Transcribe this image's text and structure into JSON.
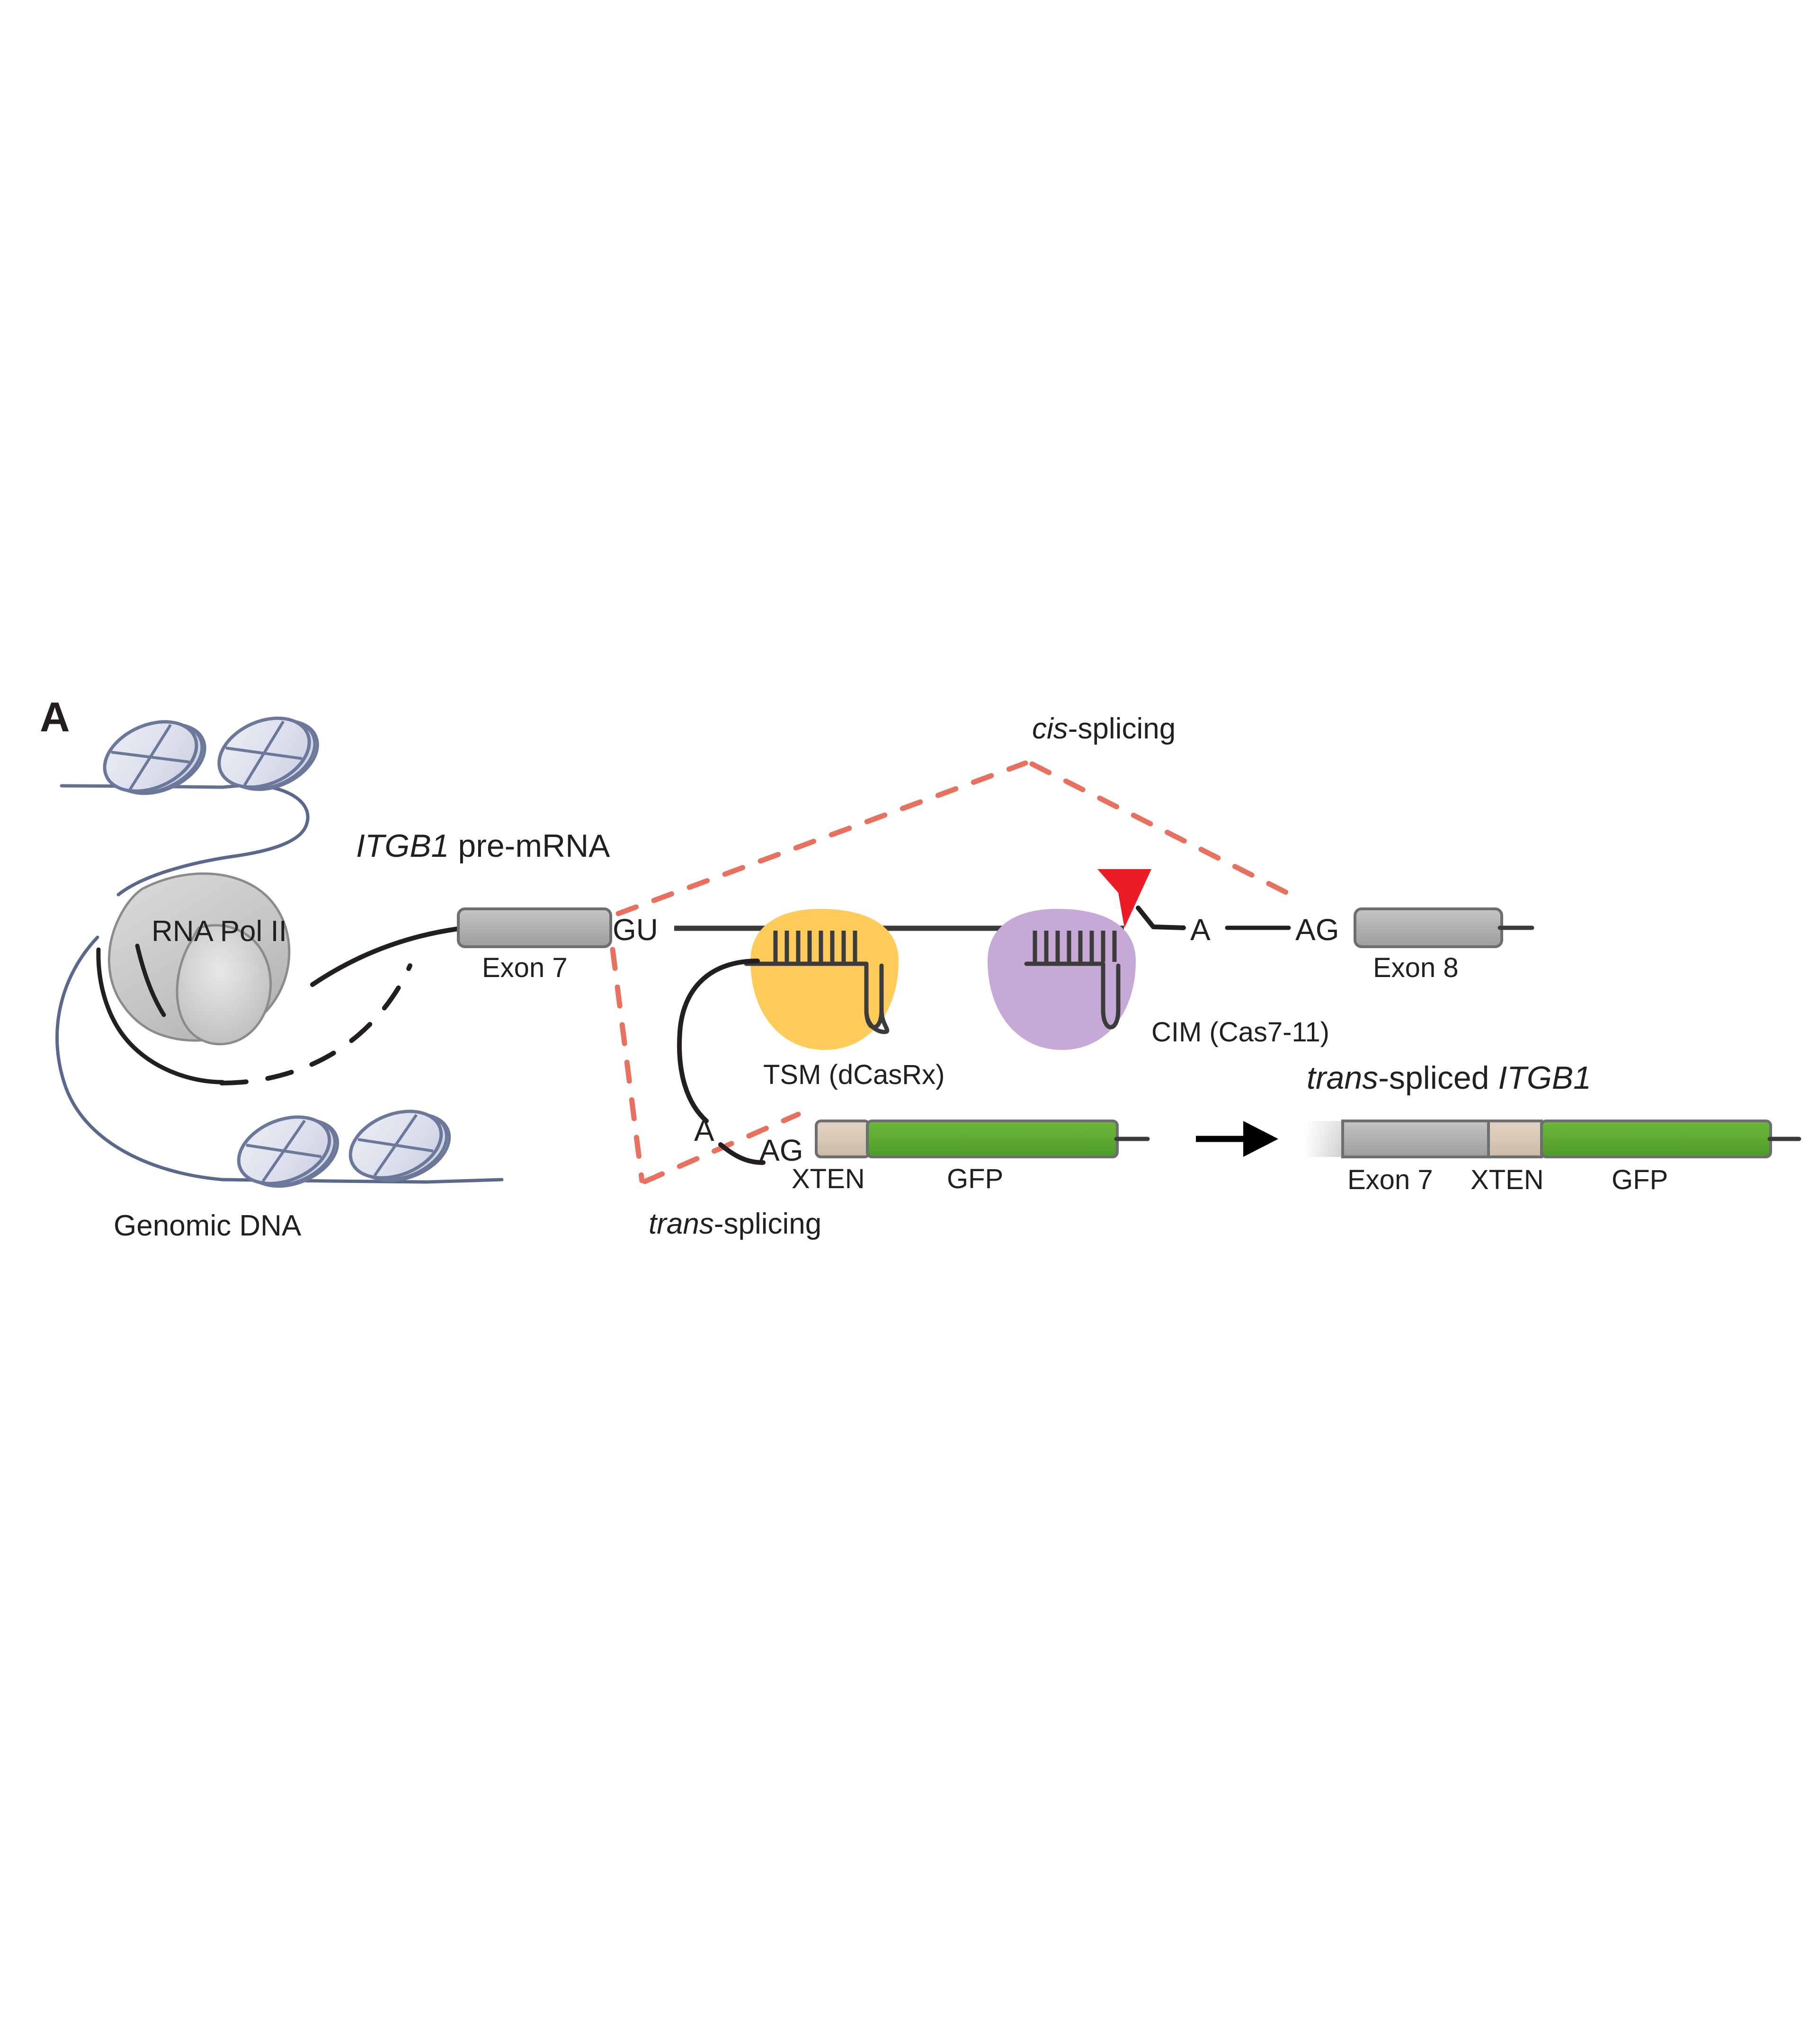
{
  "figure": {
    "panel_label": "A",
    "colors": {
      "splice_red": "#e8705f",
      "arrowhead_red": "#ec1c24",
      "exon_gray": "#a6a8ab",
      "gfp_green": "#5aa832",
      "xten_tan": "#d9c9b6",
      "tsm_orange": "#ffcc5c",
      "cim_purple": "#c6a9d6",
      "nucleosome_fill": "#dfe2ee",
      "nucleosome_stroke": "#6b7899",
      "dna_stroke": "#5b688c",
      "pol_fill": "#c9c9c9",
      "line_black": "#3b3b3b"
    },
    "left": {
      "pol_label": "RNA Pol II",
      "dna_label": "Genomic DNA"
    },
    "premrna": {
      "title_italic": "ITGB1",
      "title_rest": " pre-mRNA",
      "exon7_label": "Exon 7",
      "donor_site": "GU",
      "branch_point": "A",
      "acceptor_site": "AG",
      "exon8_label": "Exon 8"
    },
    "effectors": [
      {
        "name": "tsm",
        "label": "TSM (dCasRx)",
        "color": "#ffcc5c"
      },
      {
        "name": "cim",
        "label": "CIM (Cas7-11)",
        "color": "#c6a9d6"
      }
    ],
    "splice_labels": {
      "cis_italic": "cis",
      "cis_rest": "-splicing",
      "trans_italic": "trans",
      "trans_rest": "-splicing"
    },
    "trans_molecule": {
      "branch_point": "A",
      "acceptor_site": "AG",
      "xten_label": "XTEN",
      "gfp_label": "GFP"
    },
    "product": {
      "title_rest_italic": "trans",
      "title_mid": "-spliced ",
      "title_gene_italic": "ITGB1",
      "exon7_label": "Exon 7",
      "xten_label": "XTEN",
      "gfp_label": "GFP"
    }
  }
}
